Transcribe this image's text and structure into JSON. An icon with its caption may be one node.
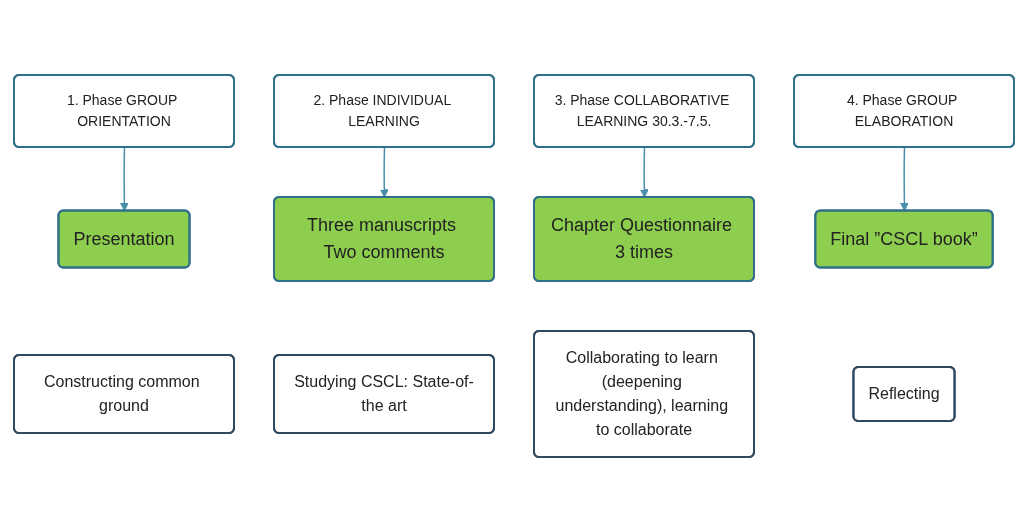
{
  "diagram": {
    "nodes": [
      {
        "text": [
          "1. Phase GROUP ORIENTATION"
        ]
      },
      {
        "text": [
          "2. Phase INDIVIDUAL LEARNING"
        ]
      },
      {
        "text": [
          "3. Phase COLLABORATIVE LEARNING 30.3.-7.5."
        ]
      },
      {
        "text": [
          "4. Phase GROUP ELABORATION"
        ]
      },
      {
        "text": [
          "Presentation"
        ]
      },
      {
        "text": [
          "Three manuscripts Two comments"
        ]
      },
      {
        "text": [
          "Chapter Questionnaire 3 times"
        ]
      },
      {
        "text": [
          "Final ”CSCL book”"
        ]
      },
      {
        "text": [
          "Constructing common ground"
        ]
      },
      {
        "text": [
          "Studying CSCL: State-of-the art"
        ]
      },
      {
        "text": [
          "Collaborating to learn (deepening understanding), learning to collaborate"
        ]
      },
      {
        "text": [
          "Reflecting"
        ]
      }
    ],
    "edges": [
      {
        "from": 0,
        "to": 4,
        "arrow": "to"
      },
      {
        "from": 1,
        "to": 5,
        "arrow": "to"
      },
      {
        "from": 2,
        "to": 6,
        "arrow": "to"
      },
      {
        "from": 3,
        "to": 7,
        "arrow": "to"
      }
    ]
  }
}
